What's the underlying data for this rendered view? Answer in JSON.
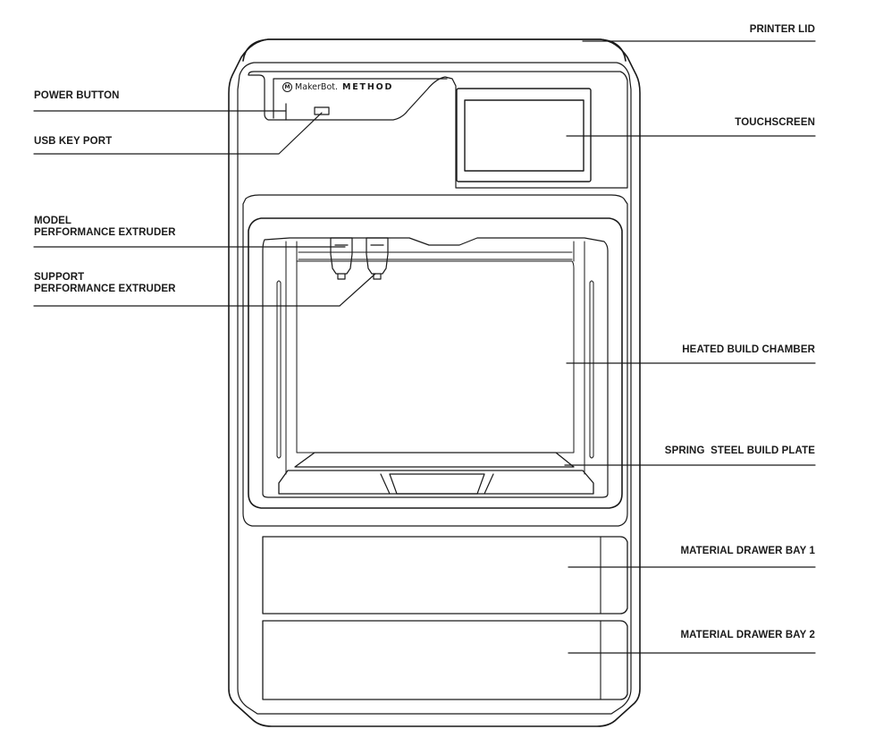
{
  "brand": {
    "logo_letter": "M",
    "maker": "MakerBot.",
    "product": "METHOD"
  },
  "callouts": {
    "printer_lid": "PRINTER LID",
    "power_button": "POWER BUTTON",
    "usb_key_port": "USB KEY PORT",
    "touchscreen": "TOUCHSCREEN",
    "model_extruder_line1": "MODEL",
    "model_extruder_line2": "PERFORMANCE EXTRUDER",
    "support_extruder_line1": "SUPPORT",
    "support_extruder_line2": "PERFORMANCE EXTRUDER",
    "heated_build_chamber": "HEATED BUILD CHAMBER",
    "spring_steel_build_plate": "SPRING  STEEL BUILD PLATE",
    "material_drawer_bay_1": "MATERIAL DRAWER BAY 1",
    "material_drawer_bay_2": "MATERIAL DRAWER BAY 2"
  },
  "colors": {
    "stroke": "#1a1a1a",
    "background": "#ffffff"
  }
}
